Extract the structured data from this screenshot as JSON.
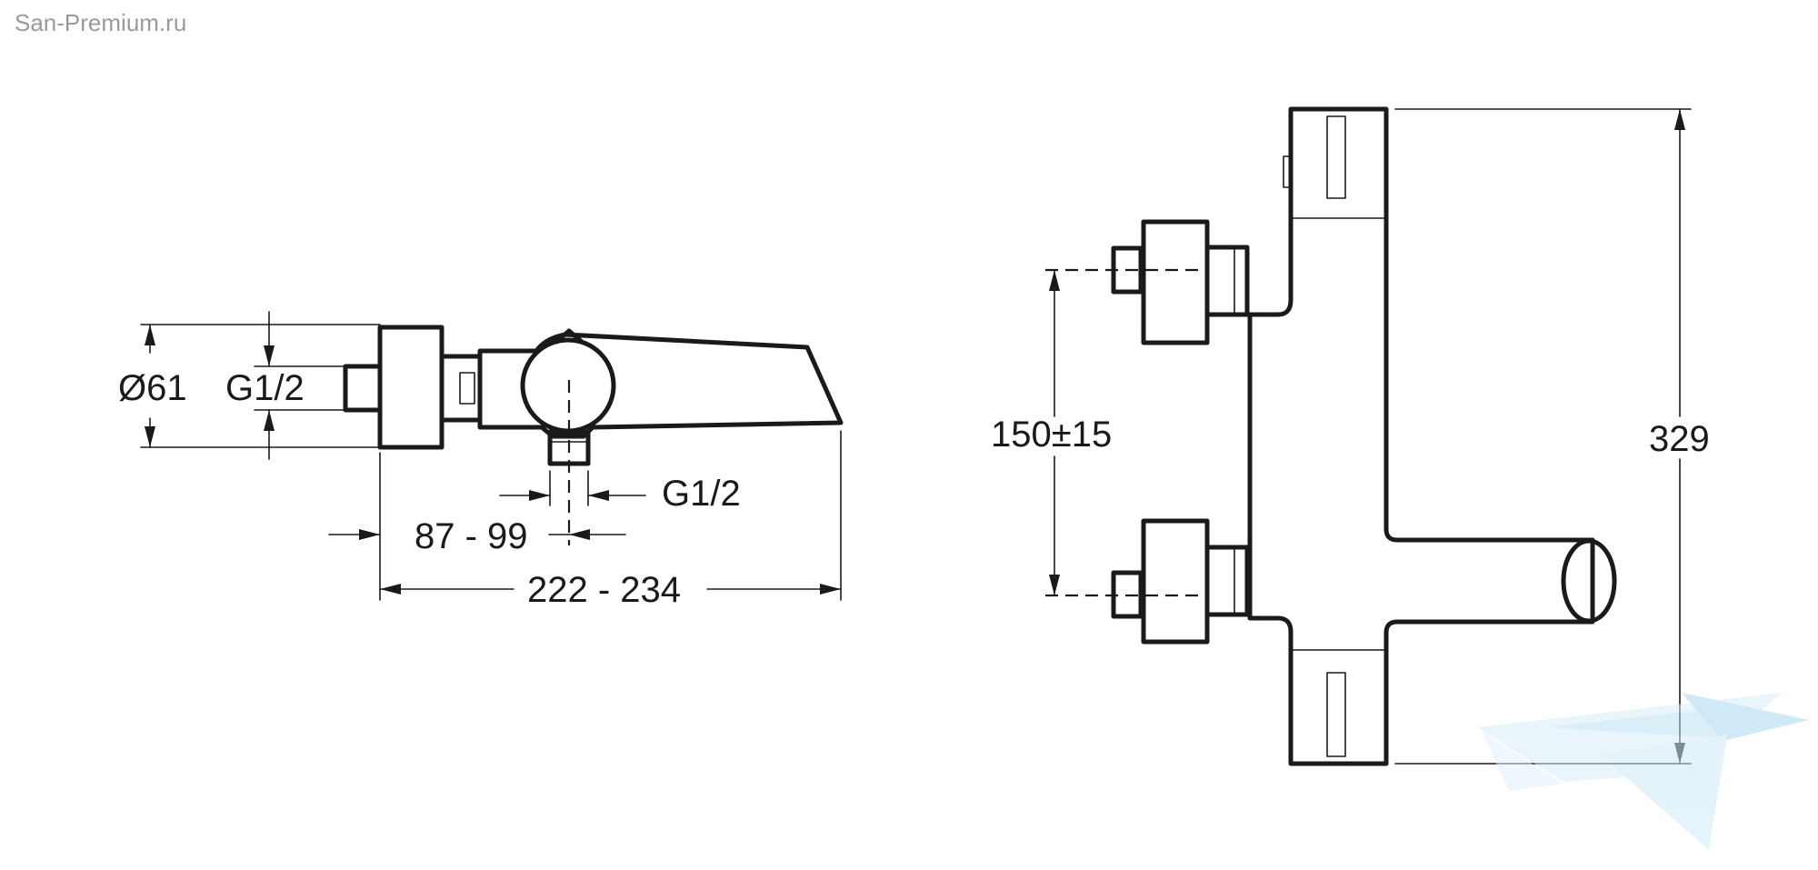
{
  "watermark": {
    "text": "San-Premium.ru"
  },
  "dimensions": {
    "diameter": "Ø61",
    "thread_left": "G1/2",
    "thread_bottom": "G1/2",
    "offset_range": "87 - 99",
    "total_length": "222 - 234",
    "connection_spacing": "150±15",
    "height": "329"
  },
  "colors": {
    "line": "#1a1a1a",
    "logo": "#bfe3f5"
  },
  "icons": [
    "boat-logo-icon"
  ]
}
